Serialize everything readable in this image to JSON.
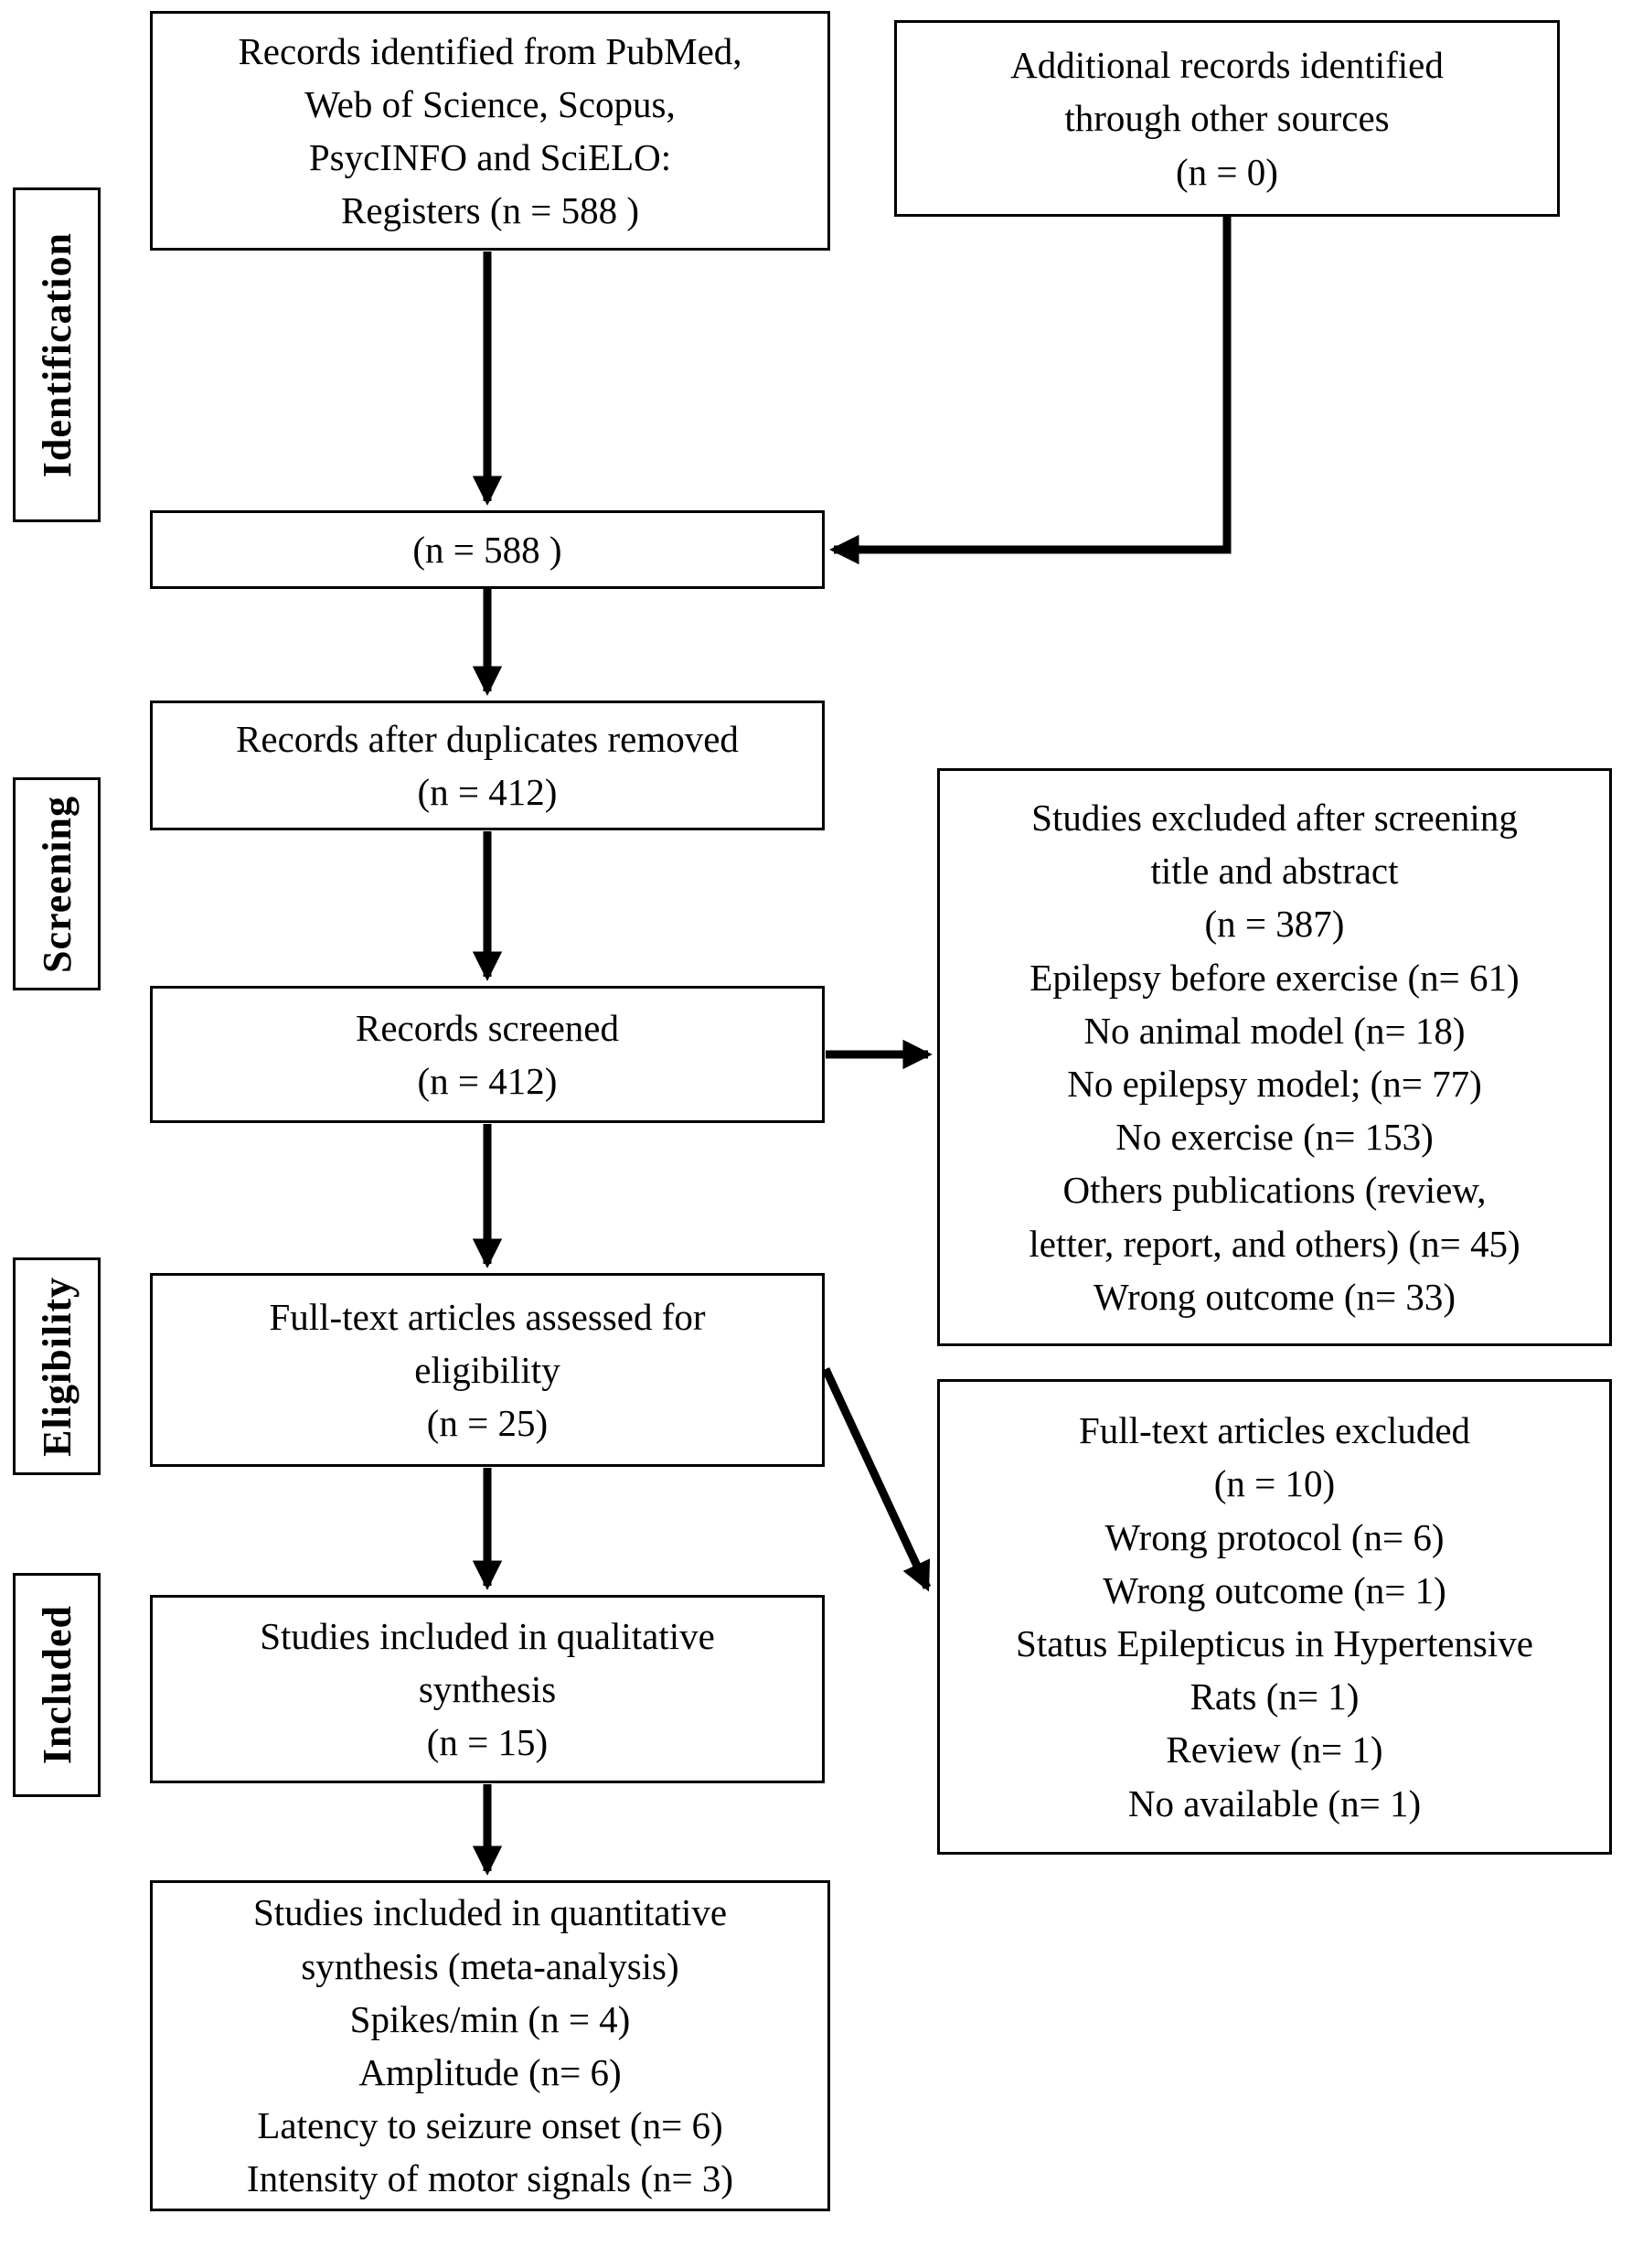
{
  "stages": {
    "identification": "Identification",
    "screening": "Screening",
    "eligibility": "Eligibility",
    "included": "Included"
  },
  "boxes": {
    "records_identified": {
      "lines": [
        "Records identified from PubMed,",
        "Web of Science, Scopus,",
        "PsycINFO and SciELO:",
        "Registers (n = 588 )"
      ]
    },
    "additional_records": {
      "lines": [
        "Additional records identified",
        "through other sources",
        "(n = 0)"
      ]
    },
    "merged_total": {
      "lines": [
        "(n = 588 )"
      ]
    },
    "after_duplicates": {
      "lines": [
        "Records after duplicates removed",
        "(n = 412)"
      ]
    },
    "records_screened": {
      "lines": [
        "Records screened",
        "(n = 412)"
      ]
    },
    "excluded_screening": {
      "lines": [
        "Studies excluded after screening",
        "title and abstract",
        "(n = 387)",
        "Epilepsy before exercise (n= 61)",
        "No animal model (n= 18)",
        "No epilepsy model; (n= 77)",
        "No exercise (n= 153)",
        "Others publications (review,",
        "letter, report, and others) (n= 45)",
        "Wrong outcome (n= 33)"
      ]
    },
    "fulltext_assessed": {
      "lines": [
        "Full-text articles assessed for",
        "eligibility",
        "(n = 25)"
      ]
    },
    "fulltext_excluded": {
      "lines": [
        "Full-text articles excluded",
        "(n = 10)",
        "Wrong protocol (n= 6)",
        "Wrong outcome (n= 1)",
        "Status Epilepticus in Hypertensive",
        "Rats (n= 1)",
        "Review (n= 1)",
        "No available (n= 1)"
      ]
    },
    "qualitative": {
      "lines": [
        "Studies included in qualitative",
        "synthesis",
        "(n = 15)"
      ]
    },
    "quantitative": {
      "lines": [
        "Studies included in quantitative",
        "synthesis (meta-analysis)",
        "Spikes/min (n = 4)",
        "Amplitude (n= 6)",
        "Latency to seizure onset (n= 6)",
        "Intensity of motor signals (n= 3)"
      ]
    }
  },
  "colors": {
    "line": "#000000",
    "background": "#ffffff"
  }
}
